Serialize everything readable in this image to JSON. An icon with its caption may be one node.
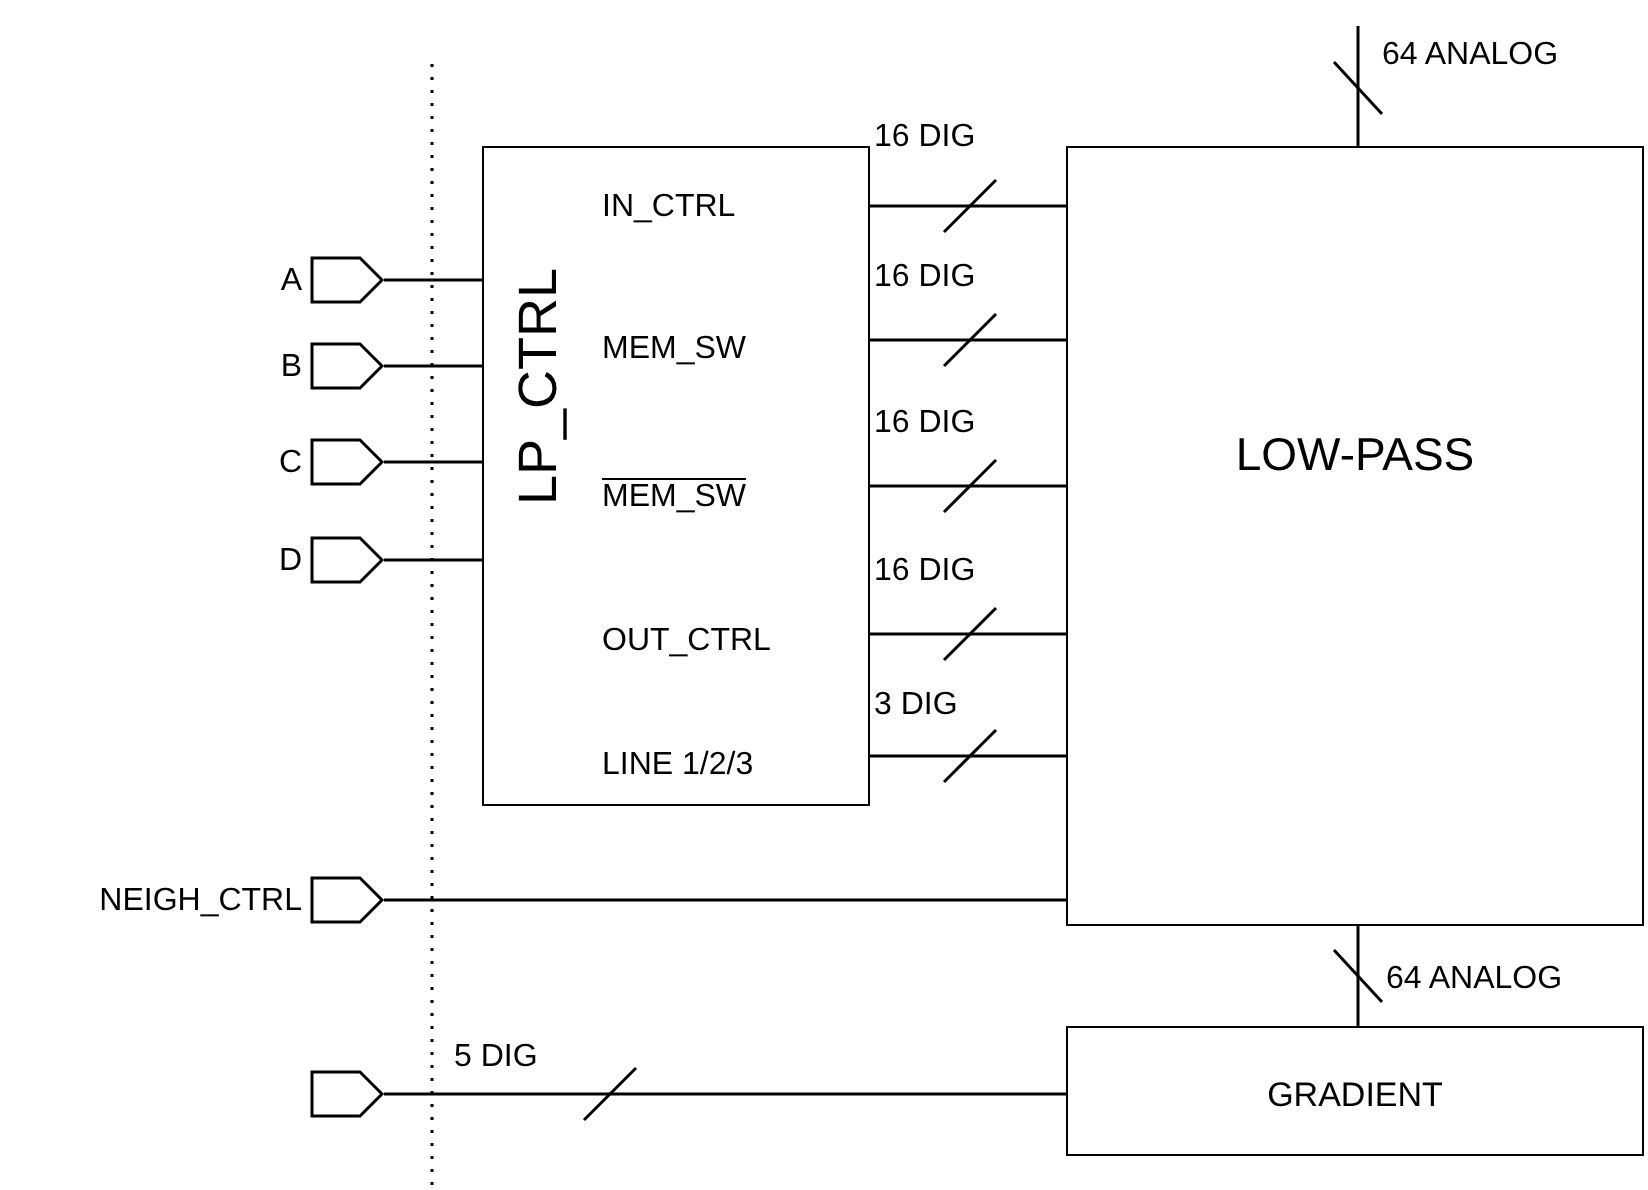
{
  "diagram": {
    "nodes": [
      {
        "text": [
          "LP_CTRL",
          "IN_CTRL",
          "MEM_SW",
          "MEM_SW",
          "OUT_CTRL",
          "LINE 1/2/3"
        ]
      },
      {
        "text": [
          "LOW-PASS"
        ]
      },
      {
        "text": [
          "GRADIENT"
        ]
      },
      {
        "text": [],
        "shape": "pentagon",
        "beside": [
          "A"
        ]
      },
      {
        "text": [],
        "shape": "pentagon",
        "beside": [
          "B"
        ]
      },
      {
        "text": [],
        "shape": "pentagon",
        "beside": [
          "C"
        ]
      },
      {
        "text": [],
        "shape": "pentagon",
        "beside": [
          "D"
        ]
      },
      {
        "text": [],
        "shape": "pentagon",
        "beside": [
          "NEIGH_CTRL"
        ]
      },
      {
        "text": [],
        "shape": "pentagon"
      }
    ],
    "edges": [
      {
        "from": 3,
        "to": 0,
        "arrow": "none"
      },
      {
        "from": 4,
        "to": 0,
        "arrow": "none"
      },
      {
        "from": 5,
        "to": 0,
        "arrow": "none"
      },
      {
        "from": 6,
        "to": 0,
        "arrow": "none"
      },
      {
        "from": 0,
        "to": 1,
        "arrow": "none",
        "label": "16 DIG"
      },
      {
        "from": 0,
        "to": 1,
        "arrow": "none",
        "label": "16 DIG"
      },
      {
        "from": 0,
        "to": 1,
        "arrow": "none",
        "label": "16 DIG"
      },
      {
        "from": 0,
        "to": 1,
        "arrow": "none",
        "label": "16 DIG"
      },
      {
        "from": 0,
        "to": 1,
        "arrow": "none",
        "label": "3 DIG"
      },
      {
        "from": 7,
        "to": 1,
        "arrow": "none"
      },
      {
        "from": 8,
        "to": 2,
        "arrow": "none",
        "label": "5 DIG"
      },
      {
        "from": 1,
        "to": 2,
        "arrow": "none",
        "label": "64 ANALOG"
      },
      {
        "from": null,
        "to": 1,
        "arrow": "none",
        "label": "64 ANALOG"
      }
    ]
  }
}
